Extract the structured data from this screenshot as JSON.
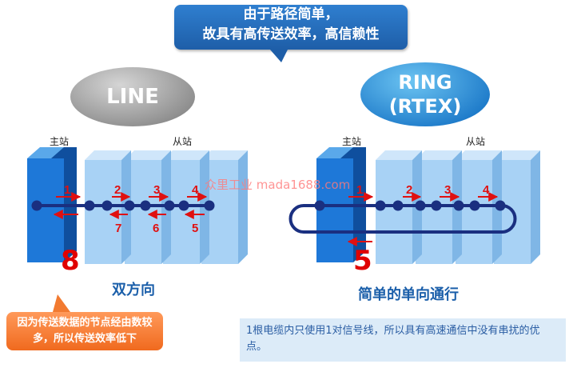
{
  "callout_top": {
    "line1": "由于路径简单，",
    "line2": "故具有高传送效率，高信赖性"
  },
  "line_panel": {
    "title": "LINE",
    "master_label": "主站",
    "slave_label": "从站",
    "forward_numbers": [
      "1",
      "2",
      "3",
      "4"
    ],
    "return_numbers": [
      "7",
      "6",
      "5"
    ],
    "total": "8",
    "caption": "双方向"
  },
  "ring_panel": {
    "title_line1": "RING",
    "title_line2": "(RTEX)",
    "master_label": "主站",
    "slave_label": "从站",
    "forward_numbers": [
      "1",
      "2",
      "3",
      "4"
    ],
    "total": "5",
    "caption": "简单的单向通行"
  },
  "note_left": {
    "line1": "因为传送数据的节点经由数较",
    "line2": "多，所以传送效率低下"
  },
  "note_right": {
    "text": "1根电缆内只使用1对信号线，所以具有高速通信中没有串扰的优点。"
  },
  "watermark": "众里工业 mada1688.com",
  "colors": {
    "master_block": "#1e78d8",
    "slave_block": "#a8d2f5",
    "bus_line": "#1a2f80",
    "arrow_red": "#e01010"
  }
}
